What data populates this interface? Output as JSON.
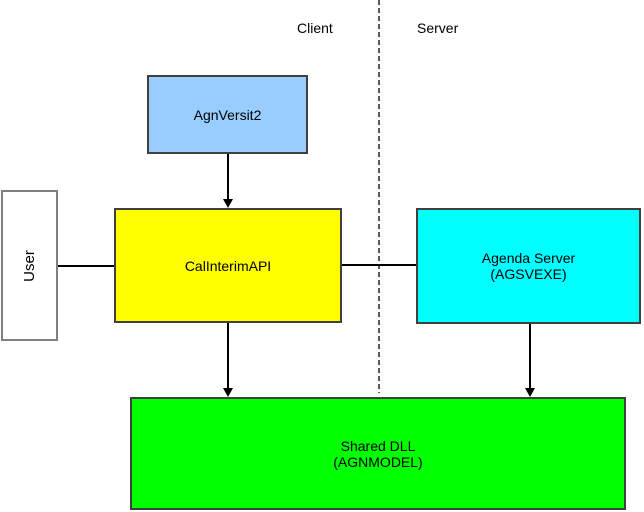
{
  "lanes": {
    "client": "Client",
    "server": "Server"
  },
  "divider": {
    "style": "dashed-vertical",
    "color": "#595959"
  },
  "nodes": {
    "user": {
      "label": "User",
      "fill": "#ffffff",
      "border": "#808080",
      "text_orientation": "vertical"
    },
    "agnversit2": {
      "label": "AgnVersit2",
      "fill": "#99ccff",
      "border": "#404040"
    },
    "calinterimapi": {
      "label": "CalInterimAPI",
      "fill": "#ffff00",
      "border": "#404040"
    },
    "agenda_server": {
      "label": "Agenda Server",
      "sublabel": "(AGSVEXE)",
      "fill": "#00ffff",
      "border": "#404040"
    },
    "shared_dll": {
      "label": "Shared DLL",
      "sublabel": "(AGNMODEL)",
      "fill": "#00ff00",
      "border": "#404040"
    }
  },
  "edges": [
    {
      "from": "agnversit2",
      "to": "calinterimapi",
      "type": "arrow-down"
    },
    {
      "from": "user",
      "to": "calinterimapi",
      "type": "plain-line"
    },
    {
      "from": "calinterimapi",
      "to": "agenda_server",
      "type": "plain-line"
    },
    {
      "from": "calinterimapi",
      "to": "shared_dll",
      "type": "arrow-down"
    },
    {
      "from": "agenda_server",
      "to": "shared_dll",
      "type": "arrow-down"
    }
  ]
}
